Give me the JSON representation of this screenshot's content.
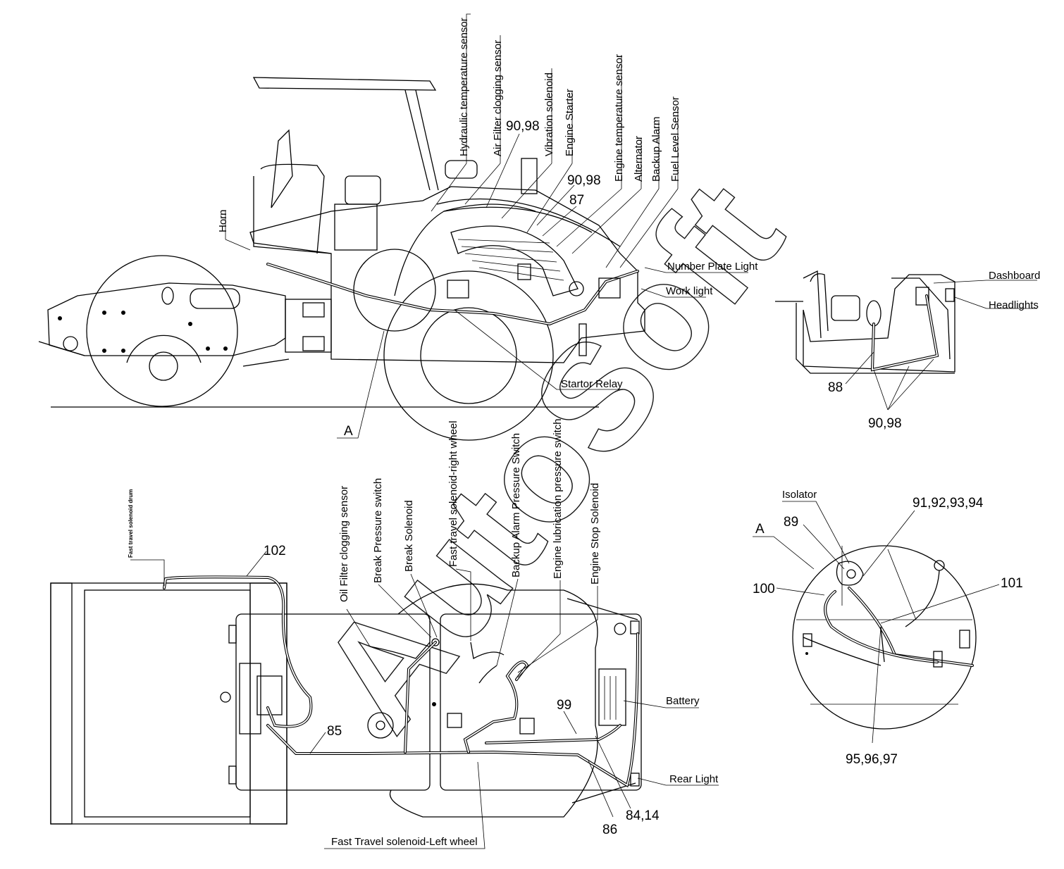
{
  "side_view": {
    "callouts": {
      "hydraulic_temp": "Hydraulic temperature sensor",
      "air_filter": "Air Filter clogging sensor",
      "ref_90_98_a": "90,98",
      "vibration": "Vibration solenoid",
      "engine_starter": "Engine Starter",
      "ref_90_98_b": "90,98",
      "ref_87": "87",
      "engine_temp": "Engine temperature sensor",
      "alternator": "Alternator",
      "backup_alarm": "Backup Alarm",
      "fuel_level": "Fuel Level Sensor",
      "horn": "Horn",
      "number_plate": "Number Plate Light",
      "work_light": "Work light",
      "startor_relay": "Startor Relay",
      "detail_ref_a": "A"
    }
  },
  "cab_view": {
    "callouts": {
      "dashboard": "Dashboard",
      "headlights": "Headlights",
      "ref_88": "88",
      "ref_90_98": "90,98"
    }
  },
  "top_view": {
    "callouts": {
      "fast_travel_drum": "Fast travel solenoid drum",
      "ref_102": "102",
      "oil_filter": "Oil Filter clogging sensor",
      "break_pressure": "Break Pressure switch",
      "break_solenoid": "Break Solenoid",
      "fast_travel_right": "Fast travel solenoid-right wheel",
      "backup_alarm_switch": "Backup Alarm Pressure Switch",
      "engine_lube": "Engine lubrication pressure switch",
      "engine_stop": "Engine Stop Solenoid",
      "battery": "Battery",
      "ref_99": "99",
      "ref_85": "85",
      "rear_light": "Rear Light",
      "ref_84_14": "84,14",
      "ref_86": "86",
      "fast_travel_left": "Fast Travel solenoid-Left wheel"
    }
  },
  "detail_a": {
    "callouts": {
      "isolator": "Isolator",
      "ref_91_94": "91,92,93,94",
      "ref_a": "A",
      "ref_89": "89",
      "ref_100": "100",
      "ref_101": "101",
      "ref_95_97": "95,96,97"
    }
  },
  "watermark": "AutoSoft"
}
